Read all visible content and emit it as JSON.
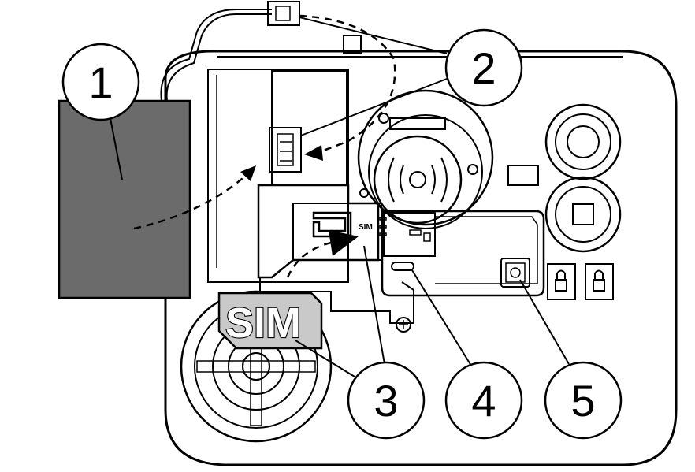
{
  "callouts": [
    {
      "id": "1",
      "label": "1"
    },
    {
      "id": "2",
      "label": "2"
    },
    {
      "id": "3",
      "label": "3"
    },
    {
      "id": "4",
      "label": "4"
    },
    {
      "id": "5",
      "label": "5"
    }
  ],
  "sim_card": {
    "label": "SIM"
  },
  "sim_slot": {
    "label": "SIM"
  },
  "colors": {
    "battery_fill": "#6b6b6b",
    "sim_card_fill": "#c9c9c9",
    "outline": "#000000",
    "background": "#ffffff"
  },
  "icon_names": [
    "battery",
    "connector-plug",
    "siren",
    "sim-card",
    "lock-icon",
    "speaker-grille",
    "tamper-switch"
  ]
}
